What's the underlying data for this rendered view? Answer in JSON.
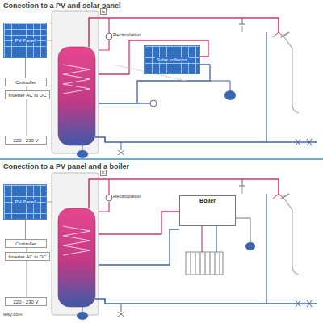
{
  "diagram": {
    "nodes": [
      {
        "text": [
          "PV-Panel"
        ]
      },
      {
        "text": [
          "Controller"
        ]
      },
      {
        "text": [
          "Inverter AC to DC"
        ]
      },
      {
        "text": [
          "220 - 230 V"
        ]
      },
      {
        "text": [
          "Solar collector"
        ]
      },
      {
        "text": [
          "PV-Panel"
        ]
      },
      {
        "text": [
          "Controller"
        ]
      },
      {
        "text": [
          "Inverter AC to DC"
        ]
      },
      {
        "text": [
          "220 - 230 V"
        ]
      },
      {
        "text": [
          "Boiler"
        ]
      }
    ],
    "edges": [
      {
        "from": 0,
        "to": 1,
        "arrow": "none"
      },
      {
        "from": 1,
        "to": 2,
        "arrow": "none"
      },
      {
        "from": 2,
        "to": 3,
        "arrow": "none"
      },
      {
        "from": 5,
        "to": 6,
        "arrow": "none"
      },
      {
        "from": 6,
        "to": 7,
        "arrow": "none"
      },
      {
        "from": 7,
        "to": 8,
        "arrow": "none"
      }
    ],
    "labels": [
      "Conection to a PV and solar panel",
      "E",
      "Recirculation",
      "Conection to a PV panel and a boiler",
      "E",
      "Recirculation",
      "tesy.com"
    ]
  }
}
